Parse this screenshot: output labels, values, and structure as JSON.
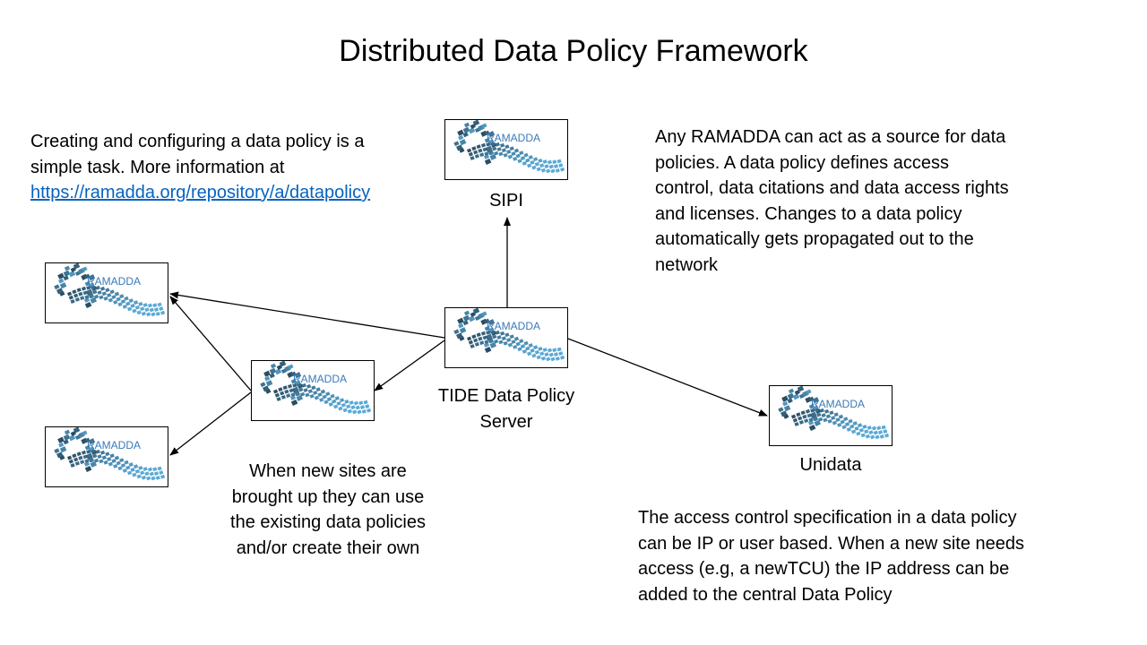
{
  "title": "Distributed Data Policy Framework",
  "notes": {
    "config_line1": "Creating and configuring a data policy is a",
    "config_line2": "simple task. More information at",
    "config_link": "https://ramadda.org/repository/a/datapolicy",
    "source_lines": [
      "Any RAMADDA can act as a source for data",
      "policies. A data policy defines access",
      "control, data citations and data access rights",
      "and licenses. Changes to a data policy",
      "automatically gets propagated out to the",
      "network"
    ],
    "newsite_lines": [
      "When new sites are",
      "brought up they can use",
      "the existing data policies",
      "and/or create their own"
    ],
    "access_lines": [
      "The access control specification in a data policy",
      "can be IP or user based. When a new site needs",
      "access (e.g, a newTCU) the IP address can be",
      "added to the central Data Policy"
    ]
  },
  "nodes": {
    "logo_text": "RAMADDA",
    "sipi_caption": "SIPI",
    "tide_caption_line1": "TIDE Data Policy",
    "tide_caption_line2": "Server",
    "unidata_caption": "Unidata"
  },
  "colors": {
    "logo_text": "#3a7ab8",
    "wave_dark": "#2b4d63",
    "wave_light": "#5aaad6",
    "link": "#0563c1"
  }
}
